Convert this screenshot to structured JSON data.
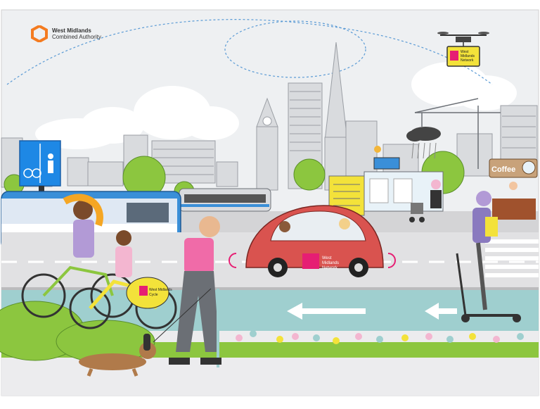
{
  "logo": {
    "line1": "West Midlands",
    "line2": "Combined Authority"
  },
  "drone_sign": {
    "line1": "West",
    "line2": "Midlands",
    "line3": "Network"
  },
  "coffee_sign": "Coffee",
  "car_text": {
    "line1": "West",
    "line2": "Midlands",
    "line3": "Network"
  },
  "bike_text": {
    "line1": "West Midlands",
    "line2": "Cycle"
  },
  "colors": {
    "sky": "#eef0f2",
    "bus_blue": "#3a8fd8",
    "car_red": "#d9534f",
    "yellow": "#f3e23a",
    "road": "#e1e1e3",
    "bike_lane": "#9fcfcf",
    "grass": "#8cc63f",
    "logo_orange": "#f47b20"
  }
}
